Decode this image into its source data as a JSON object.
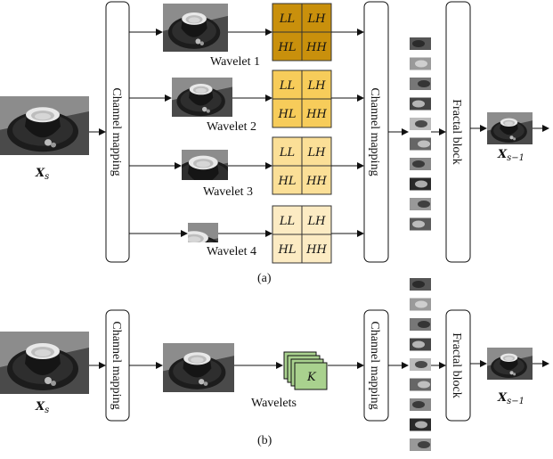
{
  "panel_a": {
    "input_label": "X",
    "input_sub": "s",
    "channel_mapping_1": "Channel mapping",
    "channel_mapping_2": "Channel mapping",
    "fractal_block": "Fractal block",
    "output_label": "X",
    "output_sub": "s−1",
    "wavelets": [
      {
        "label": "Wavelet 1",
        "color": "#c9900c"
      },
      {
        "label": "Wavelet 2",
        "color": "#f7cc5a"
      },
      {
        "label": "Wavelet 3",
        "color": "#fbdf97"
      },
      {
        "label": "Wavelet 4",
        "color": "#fcebc3"
      }
    ],
    "subbands": [
      "LL",
      "LH",
      "HL",
      "HH"
    ],
    "caption": "(a)"
  },
  "panel_b": {
    "input_label": "X",
    "input_sub": "s",
    "channel_mapping_1": "Channel mapping",
    "channel_mapping_2": "Channel mapping",
    "fractal_block": "Fractal block",
    "wavelets_label": "Wavelets",
    "k_label": "K",
    "k_color": "#a9d18e",
    "output_label": "X",
    "output_sub": "s−1",
    "caption": "(b)"
  }
}
